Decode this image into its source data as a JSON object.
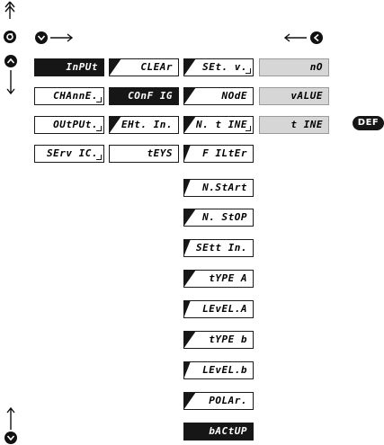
{
  "def_badge": "DEF",
  "columns": {
    "col1": [
      {
        "label": "InPUt",
        "style": "dark"
      },
      {
        "label": "CHAnnE.",
        "style": "plain"
      },
      {
        "label": "OUtPUt.",
        "style": "plain"
      },
      {
        "label": "SErv IC.",
        "style": "plain"
      }
    ],
    "col2": [
      {
        "label": "CLEAr",
        "style": "tri"
      },
      {
        "label": "COnF IG",
        "style": "dark"
      },
      {
        "label": "EHt. In.",
        "style": "tri"
      },
      {
        "label": "tEYS",
        "style": "plain"
      }
    ],
    "col3": [
      {
        "label": "SEt. v.",
        "style": "tri-corner"
      },
      {
        "label": "NOdE",
        "style": "tri"
      },
      {
        "label": "N. t INE",
        "style": "tri-corner"
      },
      {
        "label": "F ILtEr",
        "style": "tri-sq"
      },
      {
        "label": "N.StArt",
        "style": "tri-sq"
      },
      {
        "label": "N. StOP",
        "style": "tri"
      },
      {
        "label": "SEtt In.",
        "style": "tri-sq"
      },
      {
        "label": "tYPE A",
        "style": "tri"
      },
      {
        "label": "LEvEL.A",
        "style": "tri-sq"
      },
      {
        "label": "tYPE b",
        "style": "tri"
      },
      {
        "label": "LEvEL.b",
        "style": "tri-sq"
      },
      {
        "label": "POLAr.",
        "style": "tri"
      },
      {
        "label": "bACtUP",
        "style": "dark-tri"
      }
    ],
    "col4": [
      {
        "label": "nO",
        "style": "grey"
      },
      {
        "label": "vALUE",
        "style": "grey"
      },
      {
        "label": "t INE",
        "style": "grey"
      }
    ]
  },
  "icons": [
    "double-up-arrow-icon",
    "circle-return-icon",
    "circle-down-icon",
    "circle-up-icon",
    "down-arrow-icon",
    "circle-left-icon",
    "up-arrow-icon"
  ]
}
